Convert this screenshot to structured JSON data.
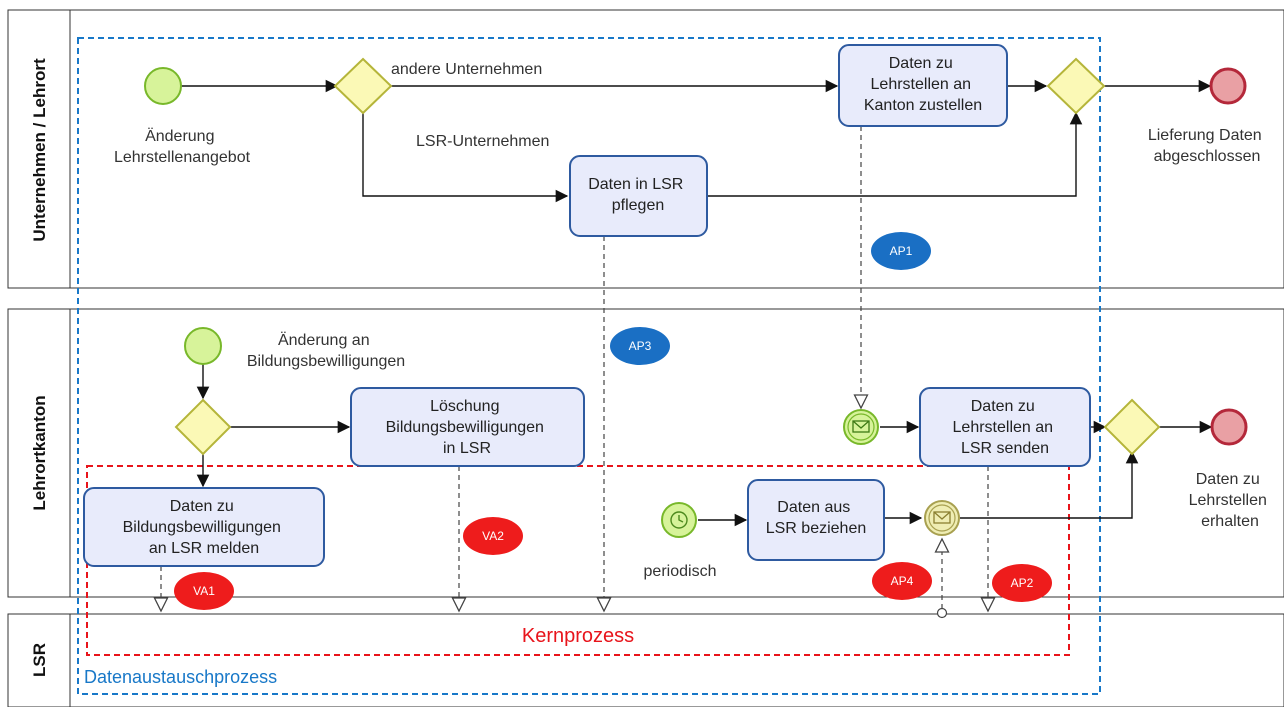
{
  "lanes": [
    {
      "label": "Unternehmen / Lehrort"
    },
    {
      "label": "Lehrortkanton"
    },
    {
      "label": "LSR"
    }
  ],
  "regions": {
    "kern_label": "Kernprozess",
    "datenaustausch_label": "Datenaustauschprozess"
  },
  "events": {
    "start1": [
      "Änderung",
      "Lehrstellenangebot"
    ],
    "end1": [
      "Lieferung Daten",
      "abgeschlossen"
    ],
    "start2": [
      "Änderung an",
      "Bildungsbewilligungen"
    ],
    "end2": [
      "Daten zu",
      "Lehrstellen",
      "erhalten"
    ],
    "timer": [
      "periodisch"
    ]
  },
  "tasks": {
    "daten_kanton": [
      "Daten zu",
      "Lehrstellen an",
      "Kanton zustellen"
    ],
    "daten_lsr_pflegen": [
      "Daten in LSR",
      "pflegen"
    ],
    "loeschung": [
      "Löschung",
      "Bildungsbewilligungen",
      "in LSR"
    ],
    "lsr_senden": [
      "Daten zu",
      "Lehrstellen an",
      "LSR senden"
    ],
    "melden": [
      "Daten zu",
      "Bildungsbewilligungen",
      "an LSR melden"
    ],
    "beziehen": [
      "Daten aus",
      "LSR beziehen"
    ]
  },
  "flow_labels": {
    "andere": "andere Unternehmen",
    "lsr_unternehmen": "LSR-Unternehmen"
  },
  "badges": {
    "ap1": "AP1",
    "ap3": "AP3",
    "va2": "VA2",
    "va1": "VA1",
    "ap4": "AP4",
    "ap2": "AP2"
  },
  "colors": {
    "task_fill": "#e8ebfb",
    "task_stroke": "#2e5aa0",
    "start_fill": "#d7f39a",
    "start_stroke": "#78b82a",
    "end_fill": "#e9a0a4",
    "end_stroke": "#b4283a",
    "gateway_fill": "#fbf9b6",
    "gateway_stroke": "#b5b53a",
    "badge_blue": "#1a6fc4",
    "badge_red": "#ee1c1c",
    "region_red": "#e8141b",
    "region_blue": "#1878c8"
  }
}
